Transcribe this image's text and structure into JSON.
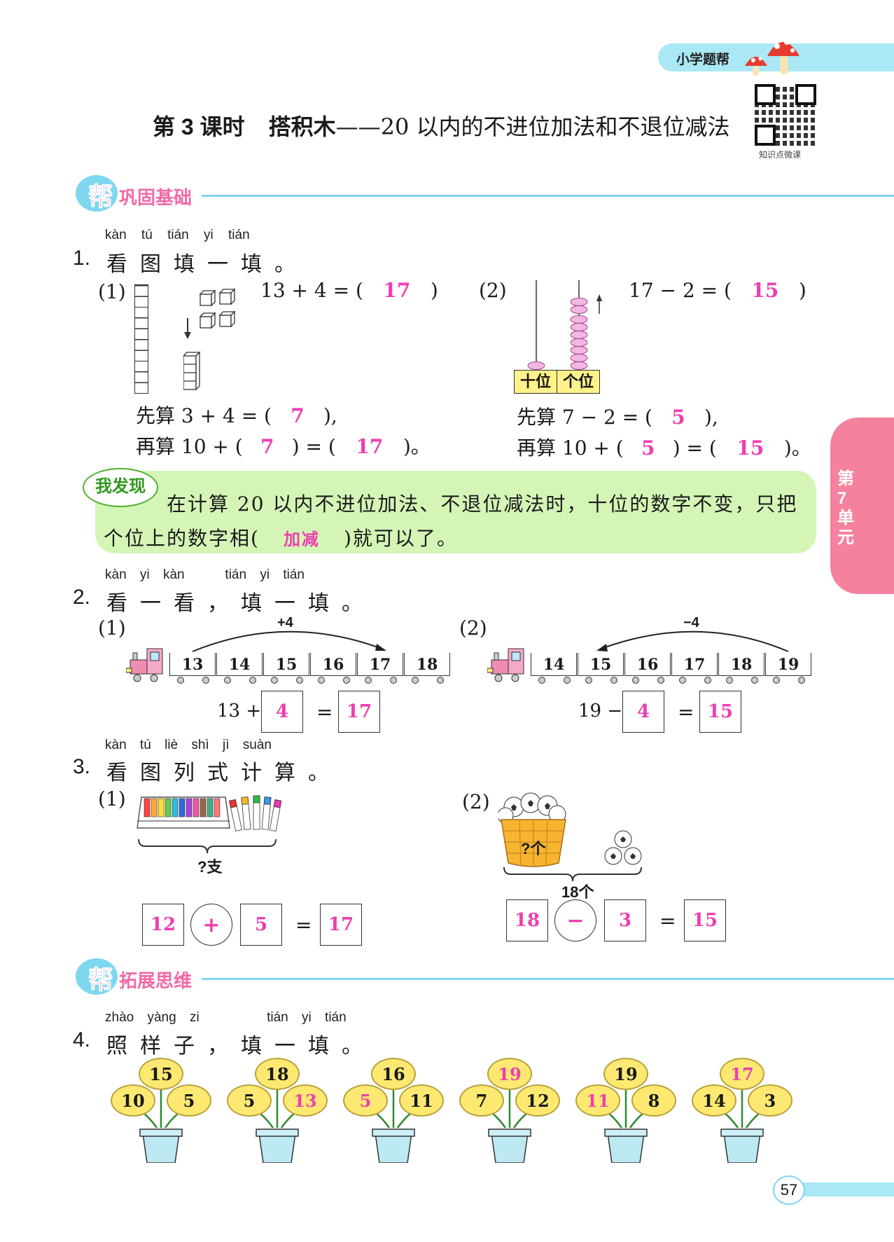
{
  "header": {
    "brand": "小学题帮",
    "qr_caption": "知识点微课"
  },
  "title": {
    "lesson": "第 3 课时",
    "name": "搭积木",
    "subtitle": "——20 以内的不进位加法和不退位减法"
  },
  "side_tab": "第7单元",
  "sections": {
    "basic": "巩固基础",
    "extend": "拓展思维",
    "prefix": "帮"
  },
  "q1": {
    "pinyin": [
      "kàn",
      "tú",
      "tián",
      "yi",
      "tián"
    ],
    "num": "1.",
    "text": "看图填一填。",
    "p1": {
      "label": "(1)",
      "eq_left": "13 + 4 = (",
      "eq_ans": "17",
      "eq_right": ")",
      "step1_left": "先算 3 + 4 = (",
      "step1_ans": "7",
      "step1_right": "),",
      "step2_left": "再算 10 + (",
      "step2_ans1": "7",
      "step2_mid": ") = (",
      "step2_ans2": "17",
      "step2_right": ")。"
    },
    "p2": {
      "label": "(2)",
      "eq_left": "17 − 2 = (",
      "eq_ans": "15",
      "eq_right": ")",
      "tens": "十位",
      "ones": "个位",
      "step1_left": "先算 7 − 2 = (",
      "step1_ans": "5",
      "step1_right": "),",
      "step2_left": "再算 10 + (",
      "step2_ans1": "5",
      "step2_mid": ") = (",
      "step2_ans2": "15",
      "step2_right": ")。"
    }
  },
  "discover": {
    "badge": "我发现",
    "line1": "在计算 20 以内不进位加法、不退位减法时，十位的数字不变，只把",
    "line2_left": "个位上的数字相(",
    "line2_ans": "加减",
    "line2_right": ")就可以了。"
  },
  "q2": {
    "pinyin": [
      "kàn",
      "yi",
      "kàn",
      "tián",
      "yi",
      "tián"
    ],
    "num": "2.",
    "text": "看一看，填一填。",
    "p1": {
      "label": "(1)",
      "arc": "+4",
      "cars": [
        "13",
        "14",
        "15",
        "16",
        "17",
        "18"
      ],
      "eq_a": "13 +",
      "box1": "4",
      "eq": "=",
      "box2": "17"
    },
    "p2": {
      "label": "(2)",
      "arc": "−4",
      "cars": [
        "14",
        "15",
        "16",
        "17",
        "18",
        "19"
      ],
      "eq_a": "19 −",
      "box1": "4",
      "eq": "=",
      "box2": "15"
    }
  },
  "q3": {
    "pinyin": [
      "kàn",
      "tú",
      "liè",
      "shì",
      "jì",
      "suàn"
    ],
    "num": "3.",
    "text": "看图列式计算。",
    "p1": {
      "label": "(1)",
      "brace": "?支",
      "a": "12",
      "op": "+",
      "b": "5",
      "eq": "=",
      "c": "17"
    },
    "p2": {
      "label": "(2)",
      "basket": "?个",
      "brace": "18个",
      "a": "18",
      "op": "−",
      "b": "3",
      "eq": "=",
      "c": "15"
    }
  },
  "q4": {
    "pinyin": [
      "zhào",
      "yàng",
      "zi",
      "tián",
      "yi",
      "tián"
    ],
    "num": "4.",
    "text": "照样子，填一填。",
    "flowers": [
      {
        "top": "15",
        "left": "10",
        "right": "5",
        "ans": "none"
      },
      {
        "top": "18",
        "left": "5",
        "right": "13",
        "ans": "right"
      },
      {
        "top": "16",
        "left": "5",
        "right": "11",
        "ans": "left"
      },
      {
        "top": "19",
        "left": "7",
        "right": "12",
        "ans": "top"
      },
      {
        "top": "19",
        "left": "11",
        "right": "8",
        "ans": "left"
      },
      {
        "top": "17",
        "left": "14",
        "right": "3",
        "ans": "top"
      }
    ]
  },
  "page_number": "57",
  "colors": {
    "answer": "#ee3fb0",
    "accent": "#7fd7ef",
    "tab": "#f4829f",
    "discover_bg": "#d4f5b6"
  }
}
